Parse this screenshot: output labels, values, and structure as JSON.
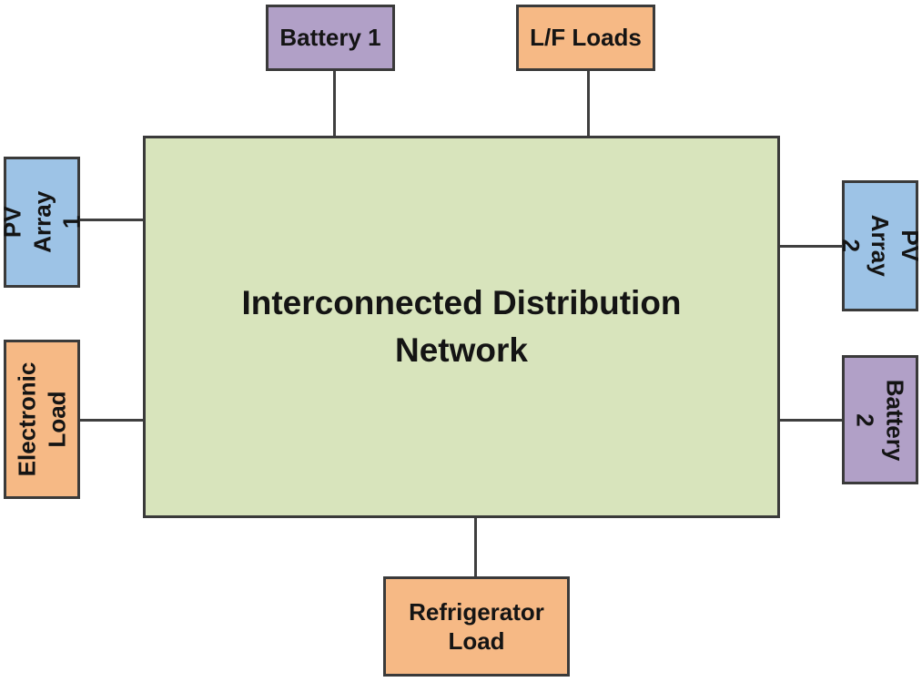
{
  "colors": {
    "network_fill": "#d8e4bc",
    "battery_fill": "#b1a0c7",
    "load_fill": "#f6b985",
    "pv_fill": "#9dc3e6",
    "border": "#3a3a3a"
  },
  "network": {
    "label": "Interconnected Distribution\nNetwork"
  },
  "components": {
    "battery_1": "Battery 1",
    "lf_loads": "L/F Loads",
    "pv_array_1": "PV Array\n1",
    "pv_array_2": "PV Array\n2",
    "electronic_load": "Electronic\nLoad",
    "battery_2": "Battery 2",
    "refrigerator_load": "Refrigerator\nLoad"
  }
}
